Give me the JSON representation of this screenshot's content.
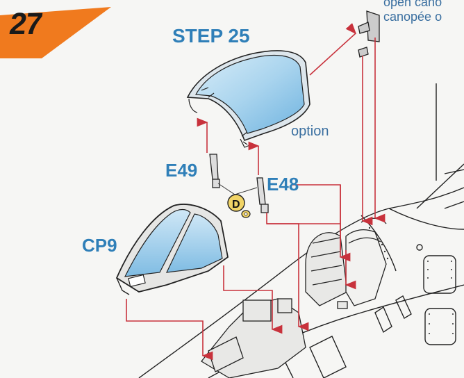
{
  "step": {
    "number": "27",
    "title": "STEP 25",
    "option_label": "option",
    "badge_color": "#f07a1e"
  },
  "parts": {
    "canopy_frame": "CP9",
    "rod_left": "E49",
    "rod_right": "E48",
    "decal_marker": "D"
  },
  "note": {
    "line1": "open cano",
    "line2": "canopée o"
  },
  "colors": {
    "label_blue": "#2f7fb8",
    "arrow_red": "#c8323c",
    "glass_blue": "#a9d4ee"
  }
}
